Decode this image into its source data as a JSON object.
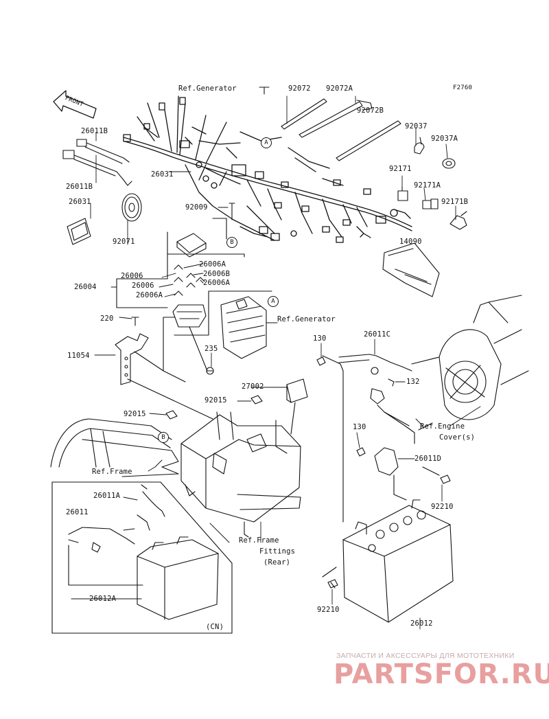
{
  "figure_code": "F2760",
  "front_label": "FRONT",
  "parts": {
    "p92072": "92072",
    "p92072A": "92072A",
    "p92072B": "92072B",
    "p92037": "92037",
    "p92037A": "92037A",
    "p92171": "92171",
    "p92171A": "92171A",
    "p92171B": "92171B",
    "p26011B_1": "26011B",
    "p26011B_2": "26011B",
    "p26031_a": "26031",
    "p26031_b": "26031",
    "p92071": "92071",
    "p92009": "92009",
    "p14090": "14090",
    "p26006": "26006",
    "p26006A_1": "26006A",
    "p26006B": "26006B",
    "p26006_2": "26006",
    "p26006A_2": "26006A",
    "p26006A_3": "26006A",
    "p26004": "26004",
    "p220": "220",
    "p11054": "11054",
    "p235": "235",
    "p130_1": "130",
    "p26011C": "26011C",
    "p132": "132",
    "p27002": "27002",
    "p92015_1": "92015",
    "p92015_2": "92015",
    "p130_2": "130",
    "p26011D": "26011D",
    "p92210_1": "92210",
    "p26011A": "26011A",
    "p26011": "26011",
    "p26012A": "26012A",
    "p92210_2": "92210",
    "p26012": "26012"
  },
  "refs": {
    "generator_top": "Ref.Generator",
    "generator_mid": "Ref.Generator",
    "frame": "Ref.Frame",
    "frame_fittings_1": "Ref.Frame",
    "frame_fittings_2": "Fittings",
    "frame_fittings_3": "(Rear)",
    "engine_cover_1": "Ref.Engine",
    "engine_cover_2": "Cover(s)"
  },
  "callouts": {
    "A1": "A",
    "A2": "A",
    "B1": "B",
    "B2": "B"
  },
  "variant_note": "(CN)",
  "watermark": {
    "tagline": "ЗАПЧАСТИ И АКСЕССУАРЫ ДЛЯ МОТОТЕХНИКИ",
    "brand": "PARTSFOR.RU"
  }
}
